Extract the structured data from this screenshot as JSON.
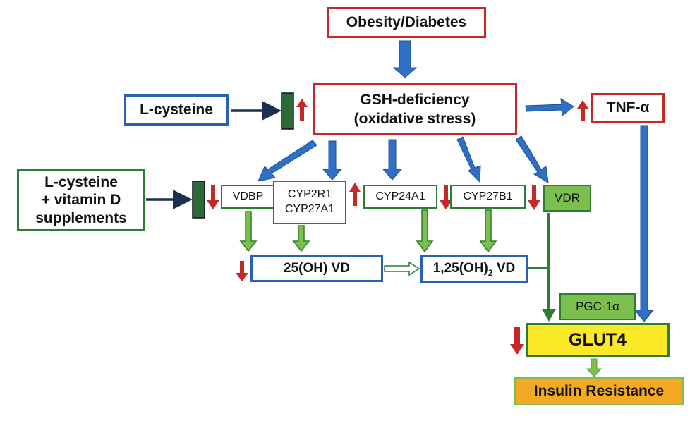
{
  "nodes": {
    "obesity": "Obesity/Diabetes",
    "gsh": "GSH-deficiency\n(oxidative stress)",
    "tnf": "TNF-α",
    "lcys": "L-cysteine",
    "lcys_vitd": "L-cysteine\n+ vitamin D\nsupplements",
    "vdbp": "VDBP",
    "cyp2r1": "CYP2R1\nCYP27A1",
    "cyp24a1": "CYP24A1",
    "cyp27b1": "CYP27B1",
    "vdr": "VDR",
    "ohvd25_main": "25(OH) VD",
    "ohvd125_prefix": "1,25(OH)",
    "ohvd125_sub": "2",
    "ohvd125_suffix": " VD",
    "pgc": "PGC-1α",
    "glut4": "GLUT4",
    "insulin": "Insulin Resistance"
  },
  "colors": {
    "red": "#c62828",
    "blue_arrow": "#2f6fc4",
    "blue_border": "#2a60b8",
    "green_dark": "#2e7d32",
    "green_fill": "#7cbf4f",
    "green_block": "#2d6a3a",
    "navy": "#1c2f52",
    "yellow": "#fbe927",
    "orange": "#f3a922"
  },
  "icons": [
    "red-up-arrow-icon",
    "red-down-arrow-icon",
    "inhibition-block-icon"
  ]
}
